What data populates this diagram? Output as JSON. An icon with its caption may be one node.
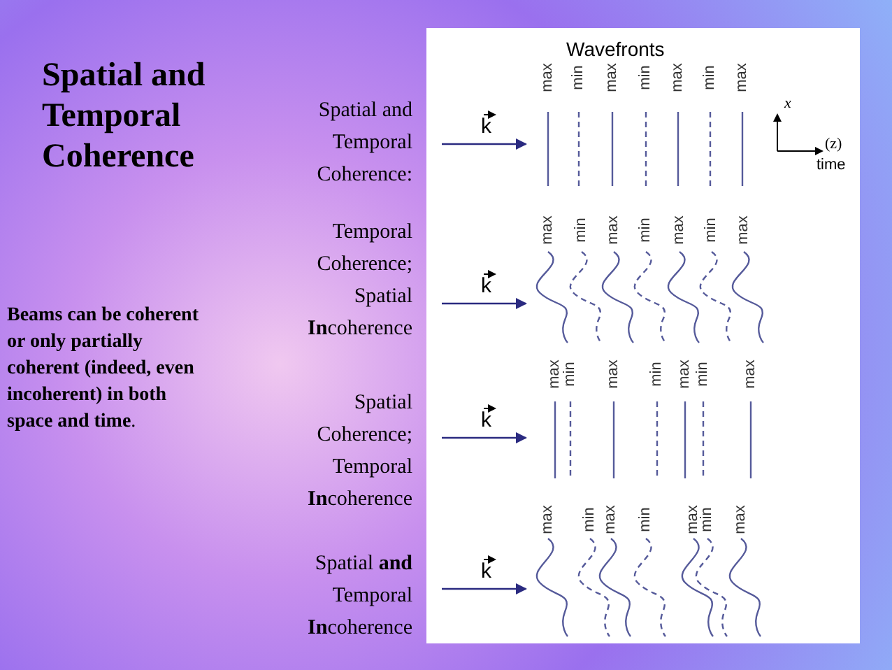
{
  "diagram": {
    "title": "Spatial and Temporal Coherence",
    "labels": [
      "**Beams can be coherent or only partially coherent (indeed, even incoherent) in both space and time**.",
      "Wavefronts",
      "Spatial and Temporal Coherence:",
      "k",
      "max",
      "min",
      "max",
      "min",
      "max",
      "min",
      "max",
      "x",
      "(z)",
      "time",
      "Temporal Coherence; Spatial **In**coherence",
      "k",
      "max",
      "min",
      "max",
      "min",
      "max",
      "min",
      "max",
      "Spatial Coherence; Temporal **In**coherence",
      "k",
      "max",
      "min",
      "max",
      "min",
      "max",
      "min",
      "max",
      "Spatial **and** Temporal **In**coherence",
      "k",
      "max",
      "min",
      "max",
      "min",
      "max",
      "min",
      "max"
    ]
  }
}
